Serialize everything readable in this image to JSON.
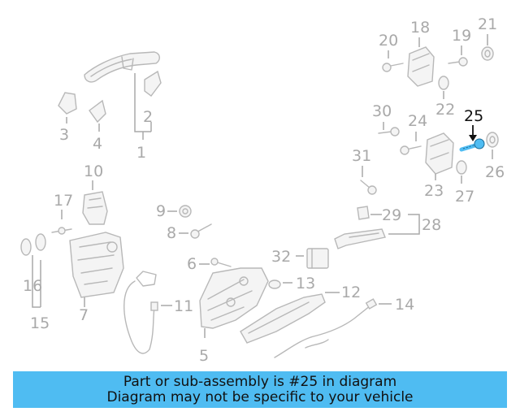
{
  "diagram": {
    "labels": {
      "l1": "1",
      "l2": "2",
      "l3": "3",
      "l4": "4",
      "l5": "5",
      "l6": "6",
      "l7": "7",
      "l8": "8",
      "l9": "9",
      "l10": "10",
      "l11": "11",
      "l12": "12",
      "l13": "13",
      "l14": "14",
      "l15": "15",
      "l16": "16",
      "l17": "17",
      "l18": "18",
      "l19": "19",
      "l20": "20",
      "l21": "21",
      "l22": "22",
      "l23": "23",
      "l24": "24",
      "l25": "25",
      "l26": "26",
      "l27": "27",
      "l28": "28",
      "l29": "29",
      "l30": "30",
      "l31": "31",
      "l32": "32"
    },
    "highlighted_part": "25",
    "highlight_color": "#4fbcf2"
  },
  "banner": {
    "line1": "Part or sub-assembly is #25 in diagram",
    "line2": "Diagram may not be specific to your vehicle",
    "background": "#4fbcf2"
  }
}
